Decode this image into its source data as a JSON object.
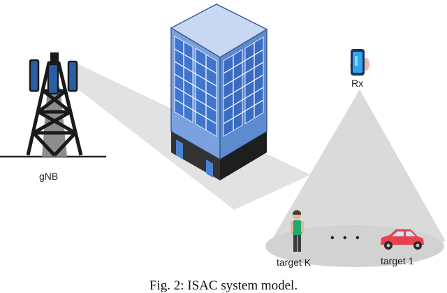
{
  "labels": {
    "gnb": "gNB",
    "rx": "Rx",
    "target_k": "target K",
    "target_1": "target 1",
    "ellipsis": "• • •"
  },
  "caption": "Fig. 2: ISAC system model.",
  "icons": [
    "cell-tower-icon",
    "building-icon",
    "smartphone-icon",
    "person-icon",
    "car-icon"
  ],
  "colors": {
    "beam": "#d9d9d9",
    "tower": "#1a1a1a",
    "antenna": "#2a5fa8",
    "building_face": "#6f9cde",
    "building_window": "#4b82d6",
    "car": "#e8404c",
    "person_shirt": "#1fa870"
  }
}
